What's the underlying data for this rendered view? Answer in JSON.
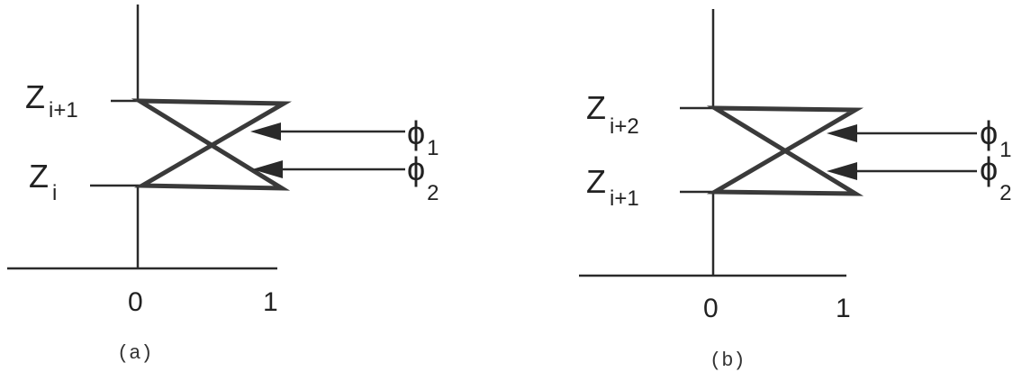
{
  "panels": [
    {
      "caption": "(a)",
      "upper_label": {
        "base": "Z",
        "sub": "i+1"
      },
      "lower_label": {
        "base": "Z",
        "sub": "i"
      },
      "x_ticks": [
        "0",
        "1"
      ],
      "phi_labels": [
        {
          "base": "ϕ",
          "sub": "1"
        },
        {
          "base": "ϕ",
          "sub": "2"
        }
      ]
    },
    {
      "caption": "(b)",
      "upper_label": {
        "base": "Z",
        "sub": "i+2"
      },
      "lower_label": {
        "base": "Z",
        "sub": "i+1"
      },
      "x_ticks": [
        "0",
        "1"
      ],
      "phi_labels": [
        {
          "base": "ϕ",
          "sub": "1"
        },
        {
          "base": "ϕ",
          "sub": "2"
        }
      ]
    }
  ]
}
